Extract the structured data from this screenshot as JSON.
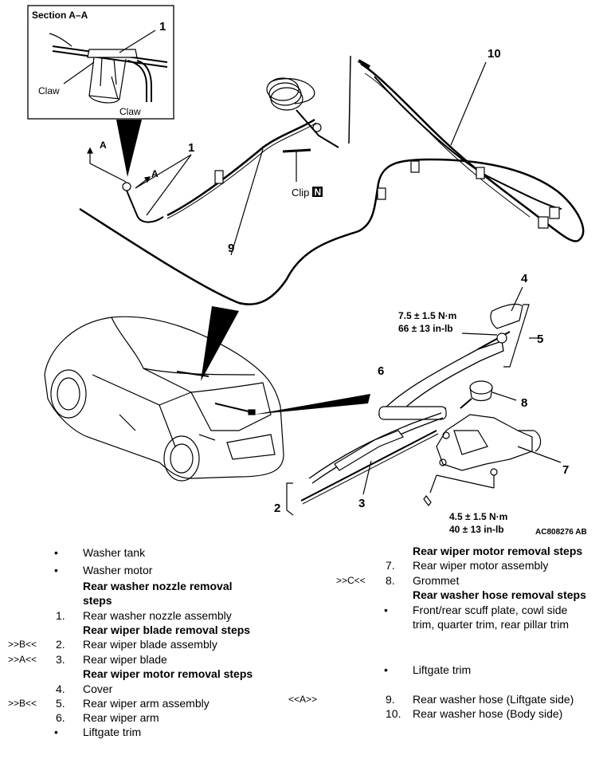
{
  "diagram": {
    "section_title": "Section A–A",
    "claw_label_1": "Claw",
    "claw_label_2": "Claw",
    "section_mark": "A",
    "clip_label": "Clip",
    "clip_badge": "N",
    "torque_arm_nm": "7.5 ± 1.5 N·m",
    "torque_arm_inlb": "66 ± 13 in-lb",
    "torque_motor_nm": "4.5 ± 1.5 N·m",
    "torque_motor_inlb": "40 ± 13 in-lb",
    "figure_code": "AC808276 AB",
    "callouts": {
      "n1_section": "1",
      "n1": "1",
      "n2": "2",
      "n3": "3",
      "n4": "4",
      "n5": "5",
      "n6": "6",
      "n7": "7",
      "n8": "8",
      "n9": "9",
      "n10": "10"
    }
  },
  "steps_left": [
    {
      "ref": "",
      "num": "•",
      "text": "Washer tank",
      "bold": false
    },
    {
      "ref": "",
      "num": "•",
      "text": "Washer motor",
      "bold": false
    },
    {
      "ref": "",
      "num": "",
      "text": "Rear washer nozzle removal",
      "bold": true
    },
    {
      "ref": "",
      "num": "",
      "text": "steps",
      "bold": true
    },
    {
      "ref": "",
      "num": "1.",
      "text": "Rear washer nozzle assembly",
      "bold": false
    },
    {
      "ref": "",
      "num": "",
      "text": "Rear wiper blade removal steps",
      "bold": true
    },
    {
      "ref": ">>B<<",
      "num": "2.",
      "text": "Rear wiper blade assembly",
      "bold": false
    },
    {
      "ref": ">>A<<",
      "num": "3.",
      "text": "Rear wiper blade",
      "bold": false
    },
    {
      "ref": "",
      "num": "",
      "text": "Rear wiper motor removal steps",
      "bold": true
    },
    {
      "ref": "",
      "num": "4.",
      "text": "Cover",
      "bold": false
    },
    {
      "ref": ">>B<<",
      "num": "5.",
      "text": "Rear wiper arm assembly",
      "bold": false
    },
    {
      "ref": "",
      "num": "6.",
      "text": "Rear wiper arm",
      "bold": false
    },
    {
      "ref": "",
      "num": "•",
      "text": "Liftgate trim",
      "bold": false
    }
  ],
  "steps_right": [
    {
      "ref": "",
      "num": "",
      "text": "Rear wiper motor removal steps",
      "bold": true
    },
    {
      "ref": "",
      "num": "7.",
      "text": "Rear wiper motor assembly",
      "bold": false
    },
    {
      "ref": ">>C<<",
      "num": "8.",
      "text": "Grommet",
      "bold": false
    },
    {
      "ref": "",
      "num": "",
      "text": "Rear washer hose removal steps",
      "bold": true
    },
    {
      "ref": "",
      "num": "•",
      "text": "Front/rear scuff plate, cowl side",
      "bold": false
    },
    {
      "ref": "",
      "num": "",
      "text": "trim, quarter trim, rear pillar trim",
      "bold": false
    },
    {
      "ref": "",
      "num": "•",
      "text": "Liftgate trim",
      "bold": false
    },
    {
      "ref": "<<A>>",
      "num": "9.",
      "text": "Rear washer hose (Liftgate side)",
      "bold": false
    },
    {
      "ref": "",
      "num": "10.",
      "text": "Rear washer hose (Body side)",
      "bold": false
    }
  ]
}
